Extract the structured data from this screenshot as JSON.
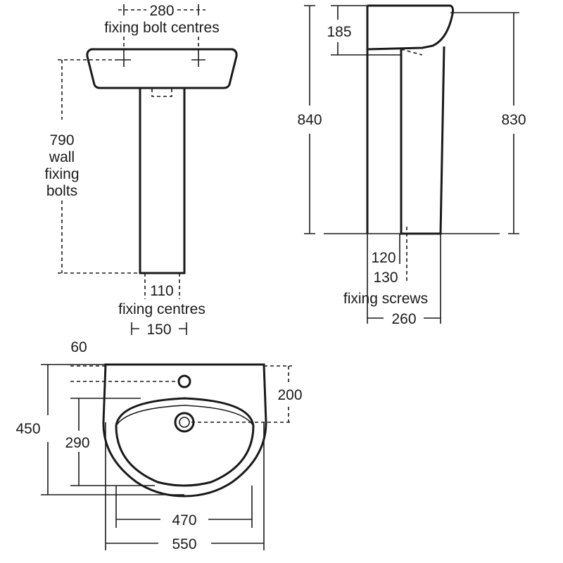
{
  "front_view": {
    "bolt_centres_value": "280",
    "bolt_centres_label": "fixing bolt centres",
    "wall_bolts_value": "790",
    "wall_bolts_label_1": "wall",
    "wall_bolts_label_2": "fixing",
    "wall_bolts_label_3": "bolts",
    "fixing_centres_value": "110",
    "fixing_centres_label": "fixing centres",
    "pedestal_width": "150"
  },
  "side_view": {
    "total_height": "840",
    "basin_depth": "185",
    "pedestal_height": "830",
    "screw_spacing_inner": "120",
    "screw_spacing_outer": "130",
    "screws_label": "fixing screws",
    "pedestal_depth": "260"
  },
  "top_view": {
    "tap_hole_offset": "60",
    "waste_offset": "200",
    "overall_depth": "450",
    "bowl_depth": "290",
    "bowl_width": "470",
    "overall_width": "550"
  }
}
